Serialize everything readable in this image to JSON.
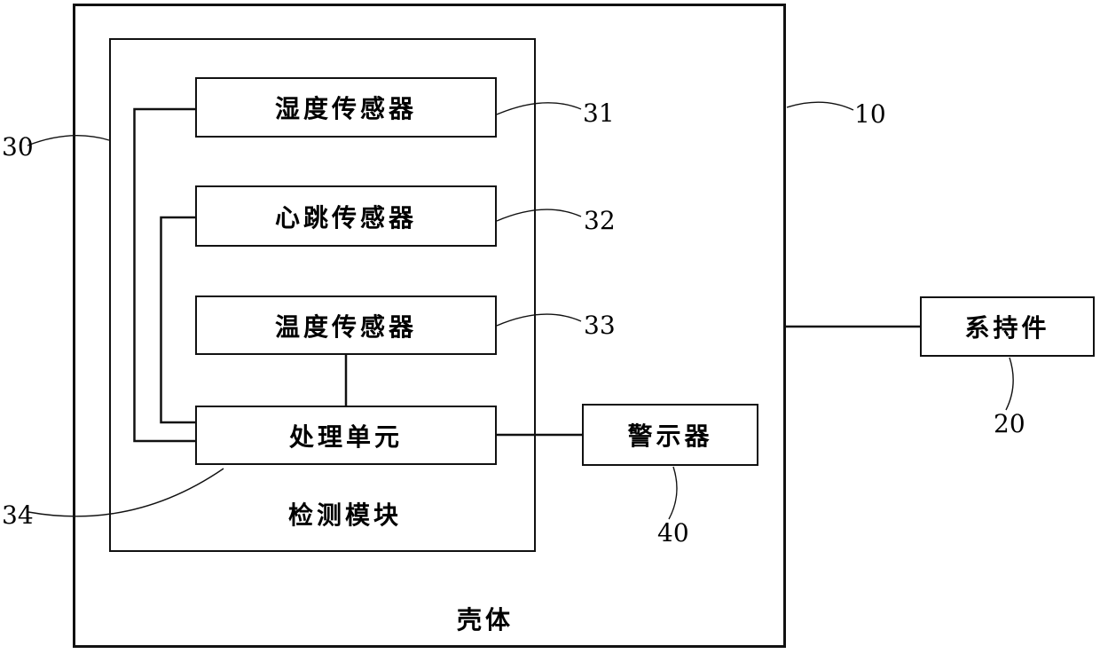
{
  "figure": {
    "housing": {
      "label": "壳体",
      "ref": "10"
    },
    "detection_module": {
      "label": "检测模块",
      "ref": "30"
    },
    "blocks": {
      "humidity_sensor": {
        "label": "湿度传感器",
        "ref": "31"
      },
      "heartbeat_sensor": {
        "label": "心跳传感器",
        "ref": "32"
      },
      "temperature_sensor": {
        "label": "温度传感器",
        "ref": "33"
      },
      "processing_unit": {
        "label": "处理单元",
        "ref": "34"
      },
      "alarm": {
        "label": "警示器",
        "ref": "40"
      },
      "strap": {
        "label": "系持件",
        "ref": "20"
      }
    },
    "colors": {
      "line": "#111111",
      "background": "#ffffff",
      "text": "#000000"
    }
  }
}
